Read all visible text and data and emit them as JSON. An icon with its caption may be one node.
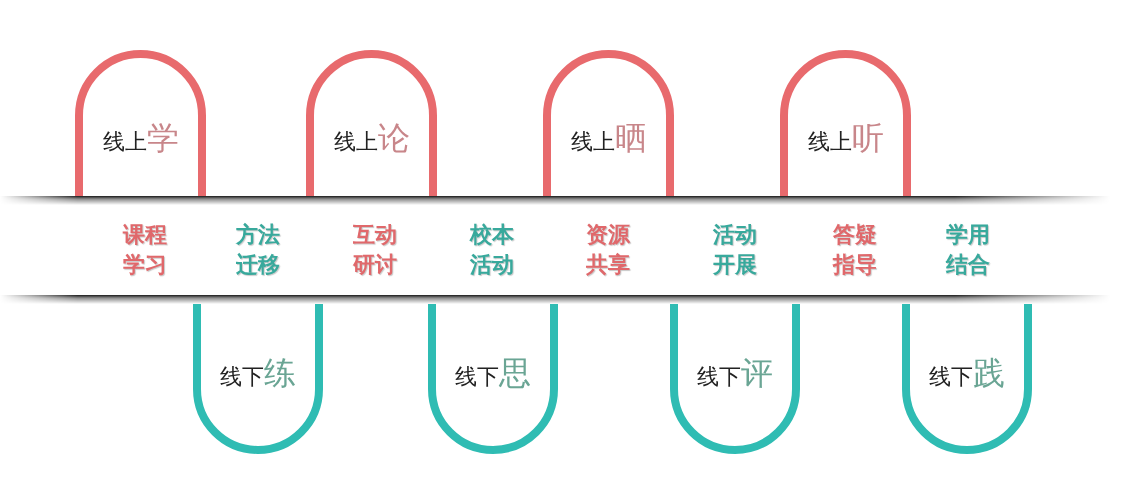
{
  "diagram": {
    "nodes": [
      {
        "text": [
          "线上学"
        ]
      },
      {
        "text": [
          "线上论"
        ]
      },
      {
        "text": [
          "线上晒"
        ]
      },
      {
        "text": [
          "线上听"
        ]
      },
      {
        "text": [
          "课程学习",
          "方法迁移",
          "互动研讨",
          "校本活动",
          "资源共享",
          "活动开展",
          "答疑指导",
          "学用结合"
        ]
      },
      {
        "text": [
          "线下练"
        ]
      },
      {
        "text": [
          "线下思"
        ]
      },
      {
        "text": [
          "线下评"
        ]
      },
      {
        "text": [
          "线下践"
        ]
      }
    ]
  }
}
